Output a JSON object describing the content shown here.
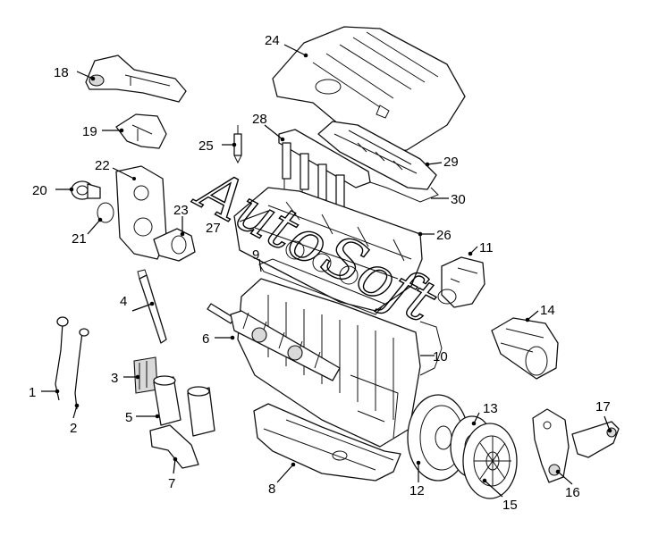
{
  "labels": [
    "1",
    "2",
    "3",
    "4",
    "5",
    "6",
    "7",
    "8",
    "9",
    "10",
    "11",
    "12",
    "13",
    "14",
    "15",
    "16",
    "17",
    "18",
    "19",
    "20",
    "21",
    "22",
    "23",
    "24",
    "25",
    "26",
    "27",
    "28",
    "29",
    "30"
  ],
  "watermark": {
    "line1": "Auto",
    "line2": "Soft"
  },
  "colors": {
    "line": "#111111",
    "background": "#ffffff"
  }
}
